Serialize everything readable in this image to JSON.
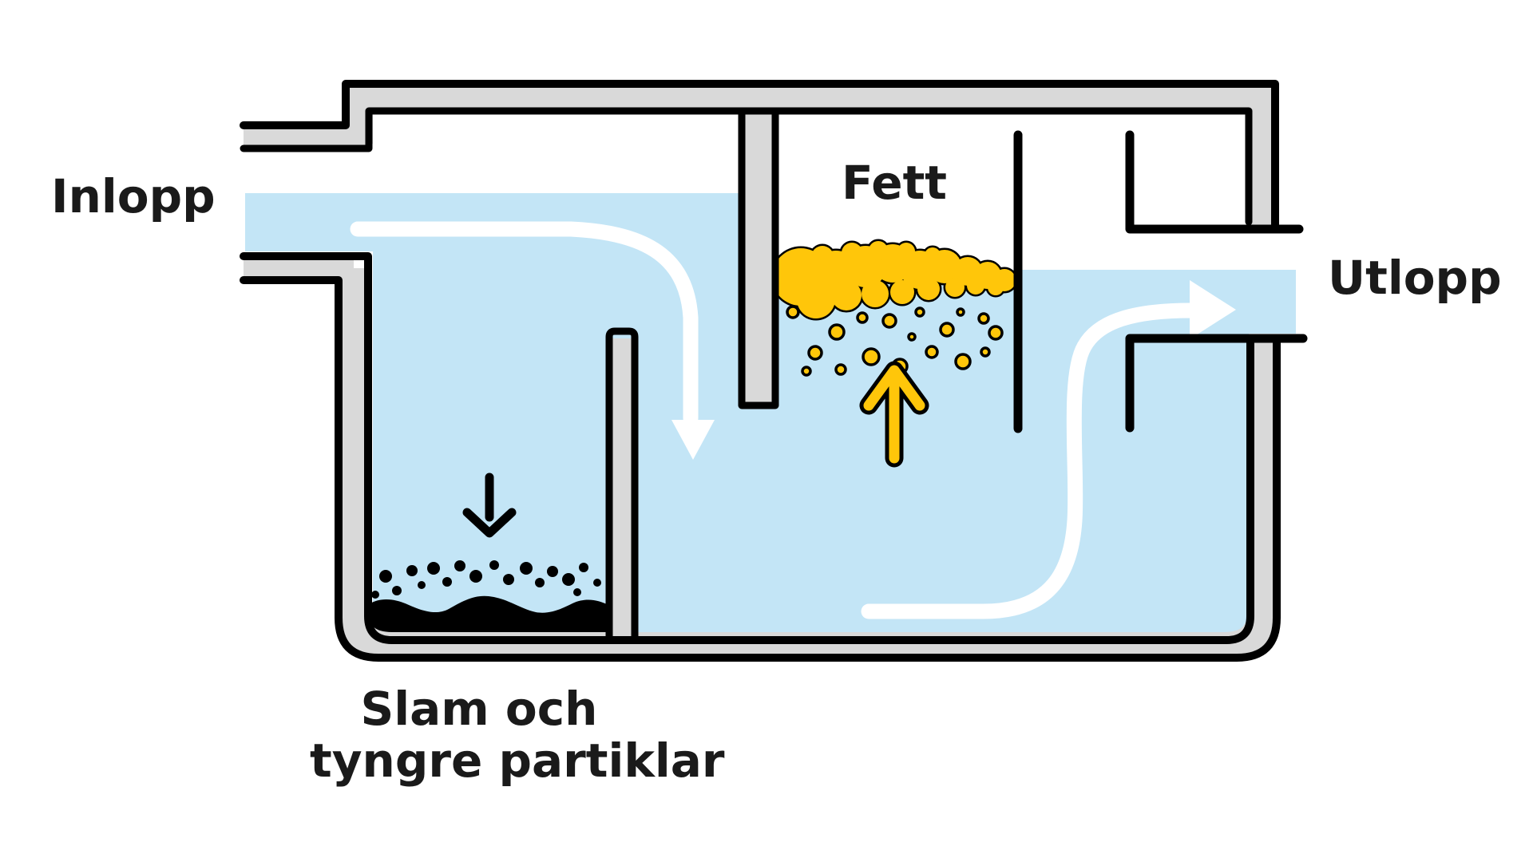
{
  "labels": {
    "inlet": "Inlopp",
    "fat": "Fett",
    "outlet": "Utlopp",
    "sludge_line1": "Slam och",
    "sludge_line2": "tyngre partiklar"
  },
  "icons": {
    "inlet_flow_arrow": "white curved arrow pointing down into first chamber",
    "outlet_flow_arrow": "white s-curved arrow pointing right into outlet",
    "sludge_settle_arrow": "black arrow pointing down to sludge",
    "fat_rise_arrow": "yellow arrow pointing up to fat layer"
  },
  "colors": {
    "background": "#FFFFFF",
    "water": "#C3E5F6",
    "wall": "#D9D9D9",
    "outline": "#000000",
    "fat": "#FFC60A",
    "flow_arrow": "#FFFFFF",
    "sludge": "#000000",
    "label_text": "#1A1A1A"
  }
}
